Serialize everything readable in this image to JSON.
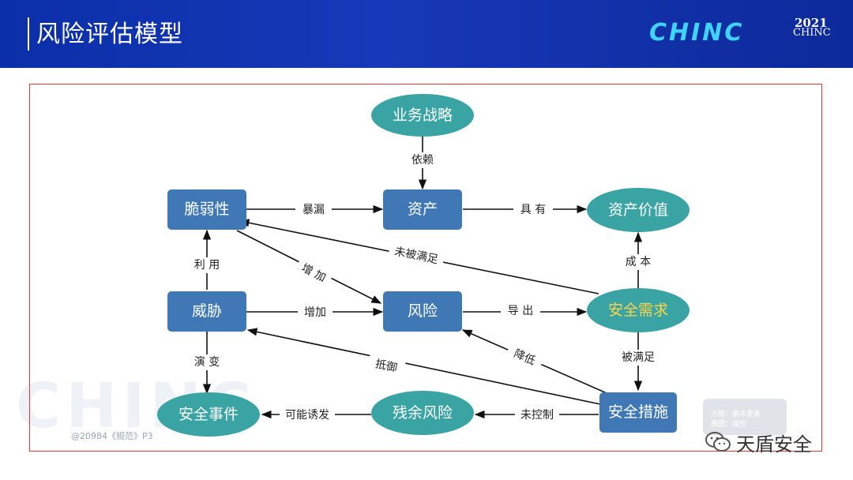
{
  "header": {
    "title": "风险评估模型",
    "logo": "CHINC",
    "year": "2021",
    "logo_small": "CHINC"
  },
  "nodes": {
    "yewu": "业务战略",
    "zichan": "资产",
    "zichanjiazhi": "资产价值",
    "cuiruoxing": "脆弱性",
    "weixie": "威胁",
    "fengxian": "风险",
    "anquanxuqiu": "安全需求",
    "anquanshijian": "安全事件",
    "canyufengxian": "残余风险",
    "anquancuoshi": "安全措施"
  },
  "edges": {
    "yilai": "依赖",
    "baolou": "暴漏",
    "juyou": "具 有",
    "weibeimanzu": "未被满足",
    "liyong": "利 用",
    "zengjia1": "增 加",
    "zengjia2": "增加",
    "daochu": "导 出",
    "chengben": "成 本",
    "yanbian": "演 变",
    "diyu": "抵御",
    "jiangdi": "降低",
    "beimanzu": "被满足",
    "weikongzhi": "未控制",
    "kenengyoufa": "可能诱发"
  },
  "source_note": "@20984《规范》P3",
  "legend": {
    "row1": "方框：基本要素",
    "row2": "椭圆：属性"
  },
  "watermark": "CHINC",
  "wechat": {
    "icon": "wechat-icon",
    "name": "天盾安全"
  },
  "colors": {
    "header_bg": "#1738b8",
    "rect_fill": "#3f78b5",
    "ellipse_fill": "#3aa3a3",
    "frame_border": "#e53935",
    "highlight_text": "#ffd54a"
  }
}
